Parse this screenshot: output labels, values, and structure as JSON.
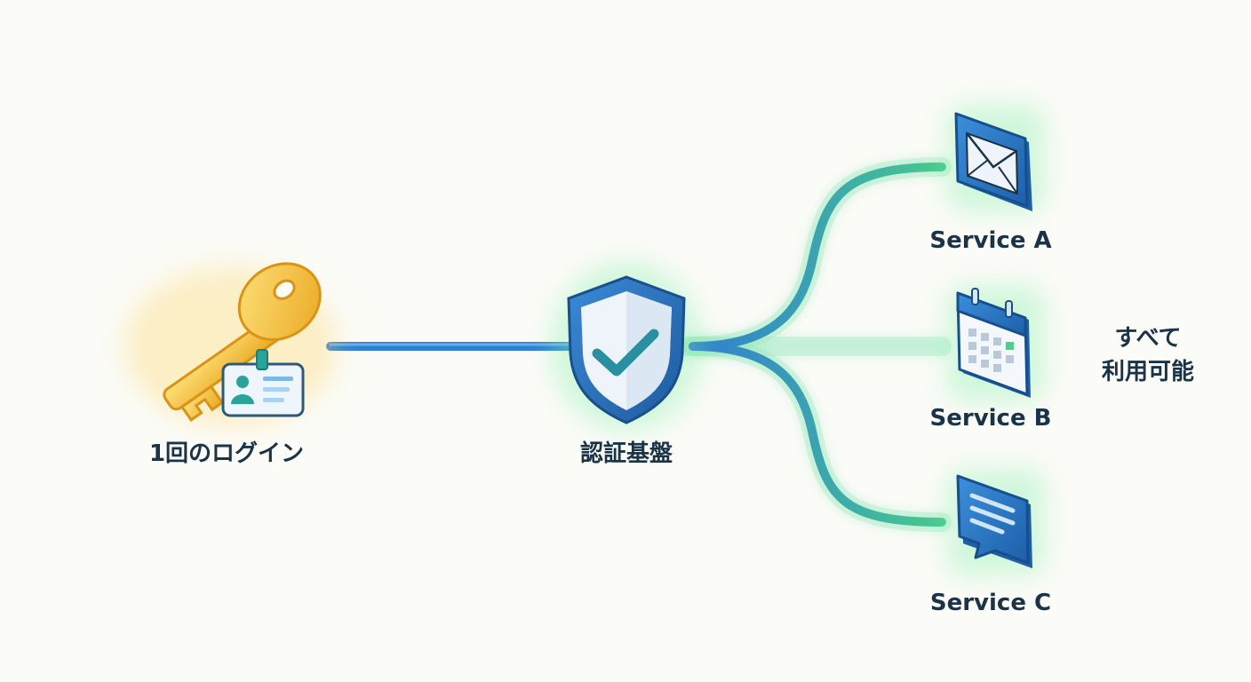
{
  "nodes": {
    "login": {
      "label": "1回のログイン",
      "icon": "key-id-card-icon"
    },
    "auth": {
      "label": "認証基盤",
      "icon": "shield-check-icon"
    },
    "services": [
      {
        "label": "Service A",
        "icon": "mail-icon"
      },
      {
        "label": "Service B",
        "icon": "calendar-icon"
      },
      {
        "label": "Service C",
        "icon": "chat-icon"
      }
    ]
  },
  "result": {
    "line1": "すべて",
    "line2": "利用可能"
  },
  "colors": {
    "background": "#fbfbf7",
    "text": "#1a3347",
    "connector_blue": "#2d86d6",
    "connector_green": "#4fd48a",
    "key_gold": "#f2b933",
    "shield_blue": "#2b6fb6",
    "check_teal": "#2a8fa0"
  }
}
